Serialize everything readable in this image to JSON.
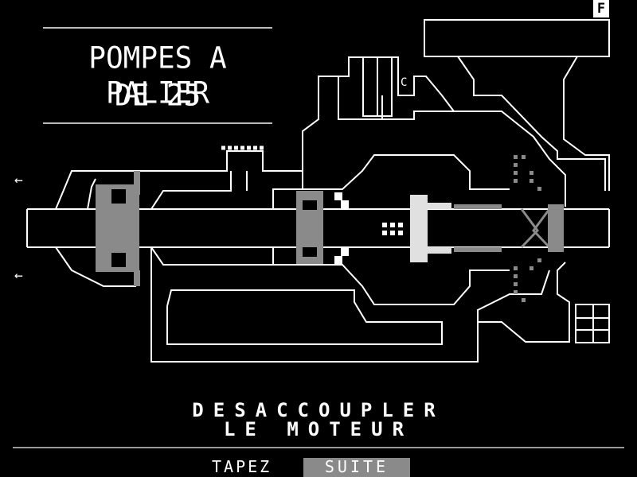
{
  "screen": {
    "corner_badge": "F",
    "title": {
      "line1": "POMPES A PALIER",
      "line2": "DE 25"
    },
    "diagram_part_label": "C",
    "arrow_glyph": "←",
    "message": {
      "line1": "DESACCOUPLER",
      "line2": "LE MOTEUR"
    },
    "prompt": "TAPEZ",
    "suite_button": "SUITE"
  },
  "colors": {
    "background": "#000000",
    "line": "#ffffff",
    "part_gray": "#8a8a8a",
    "light_part": "#e0e0e0"
  }
}
